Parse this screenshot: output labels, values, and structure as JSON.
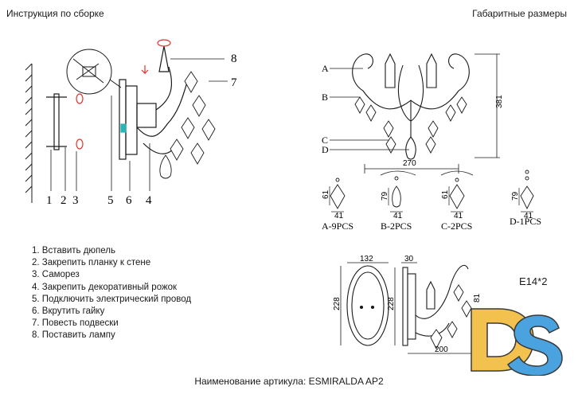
{
  "header": {
    "left_title": "Инструкция по сборке",
    "right_title": "Габаритные размеры"
  },
  "assembly_callouts": [
    "1",
    "2",
    "3",
    "5",
    "6",
    "4",
    "8",
    "7"
  ],
  "steps": [
    "1. Вставить дюпель",
    "2. Закрепить планку к стене",
    "3. Саморез",
    "4. Закрепить декоративный рожок",
    "5. Подключить электрический провод",
    "6. Вкрутить гайку",
    "7. Повесть подвески",
    "8. Поставить лампу"
  ],
  "dimension_callouts": [
    "A",
    "B",
    "C",
    "D"
  ],
  "dimensions": {
    "height_main": "381",
    "width_main": "270",
    "width_plate": "132",
    "height_plate": "228",
    "depth_plate": "30",
    "height_side": "228",
    "depth_total": "200",
    "height_side_partial": "81"
  },
  "pendants": [
    {
      "label": "A-9PCS",
      "dim_h": "61",
      "dim_w": "41"
    },
    {
      "label": "B-2PCS",
      "dim_h": "79",
      "dim_w": "41"
    },
    {
      "label": "C-2PCS",
      "dim_h": "61",
      "dim_w": "41"
    },
    {
      "label": "D-1PCS",
      "dim_h": "79",
      "dim_w": "41"
    }
  ],
  "lamp_spec": "E14*2",
  "footer": "Наименование артикула: ESMIRALDA AP2",
  "logo": {
    "text": "DS",
    "colors": {
      "d": "#f2c14e",
      "s": "#4aa3df",
      "outline": "#3a3a3a"
    }
  },
  "colors": {
    "line": "#1a1a1a",
    "accent_red": "#e0342f",
    "accent_teal": "#2bb5b5"
  }
}
